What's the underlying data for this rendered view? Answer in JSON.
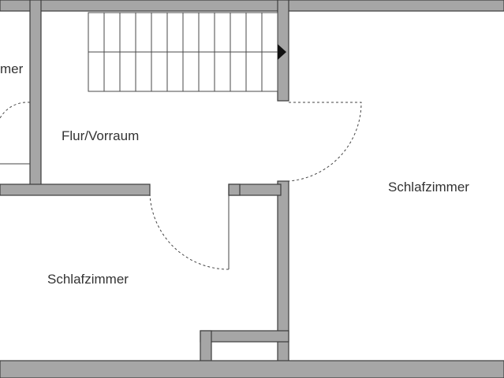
{
  "floorplan": {
    "rooms": {
      "left_partial": "mer",
      "hallway": "Flur/Vorraum",
      "bedroom_right": "Schlafzimmer",
      "bedroom_bottom": "Schlafzimmer"
    },
    "colors": {
      "wall_fill": "#a6a6a6",
      "wall_stroke": "#3c3c3c",
      "background": "#ffffff",
      "stair_line": "#4a4a4a",
      "door_swing": "#444444"
    }
  }
}
